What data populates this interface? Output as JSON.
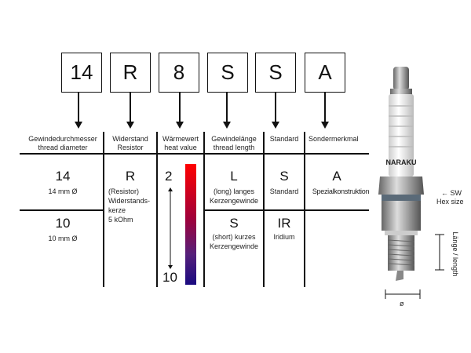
{
  "code_letters": [
    "14",
    "R",
    "8",
    "S",
    "S",
    "A"
  ],
  "headers": [
    {
      "de": "Gewindedurchmesser",
      "en": "thread diameter"
    },
    {
      "de": "Widerstand",
      "en": "Resistor"
    },
    {
      "de": "Wärmewert",
      "en": "heat value"
    },
    {
      "de": "Gewindelänge",
      "en": "thread length"
    },
    {
      "de": "Standard",
      "en": ""
    },
    {
      "de": "Sondermerkmal",
      "en": ""
    }
  ],
  "diameter": [
    {
      "code": "14",
      "desc": "14 mm Ø"
    },
    {
      "code": "10",
      "desc": "10 mm Ø"
    }
  ],
  "resistor": {
    "code": "R",
    "line1": "(Resistor)",
    "line2": "Widerstands-",
    "line3": "kerze",
    "line4": "5 kOhm"
  },
  "heat": {
    "min": "2",
    "max": "10",
    "color_hot": "#ff0000",
    "color_cold": "#1a0a80"
  },
  "length": [
    {
      "code": "L",
      "line1": "(long) langes",
      "line2": "Kerzengewinde"
    },
    {
      "code": "S",
      "line1": "(short) kurzes",
      "line2": "Kerzengewinde"
    }
  ],
  "standard": [
    {
      "code": "S",
      "desc": "Standard"
    },
    {
      "code": "IR",
      "desc": "Iridium"
    }
  ],
  "special": {
    "code": "A",
    "desc": "Spezialkonstruktion"
  },
  "plug": {
    "brand": "NARAKU",
    "sw": "← SW",
    "hex": "Hex size",
    "length": "Länge / length",
    "diam": "ø"
  }
}
